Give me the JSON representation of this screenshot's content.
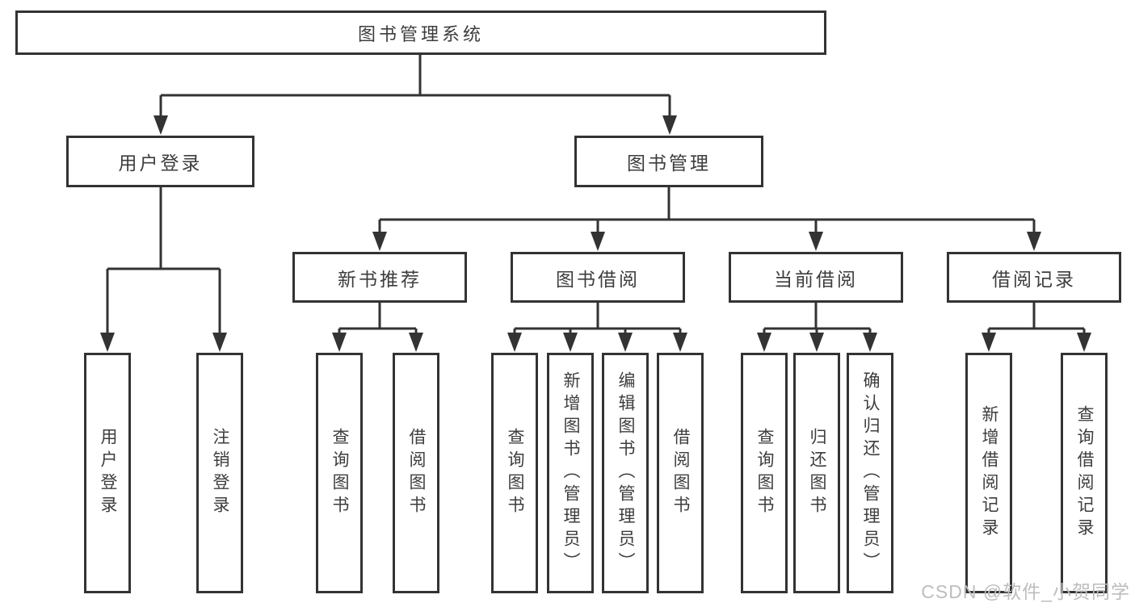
{
  "diagram_title": "图书管理系统",
  "tree": {
    "label": "图书管理系统",
    "children": [
      {
        "label": "用户登录",
        "children": [
          {
            "label": "用户登录"
          },
          {
            "label": "注销登录"
          }
        ]
      },
      {
        "label": "图书管理",
        "children": [
          {
            "label": "新书推荐",
            "children": [
              {
                "label": "查询图书"
              },
              {
                "label": "借阅图书"
              }
            ]
          },
          {
            "label": "图书借阅",
            "children": [
              {
                "label": "查询图书"
              },
              {
                "label": "新增图书（管理员）"
              },
              {
                "label": "编辑图书（管理员）"
              },
              {
                "label": "借阅图书"
              }
            ]
          },
          {
            "label": "当前借阅",
            "children": [
              {
                "label": "查询图书"
              },
              {
                "label": "归还图书"
              },
              {
                "label": "确认归还（管理员）"
              }
            ]
          },
          {
            "label": "借阅记录",
            "children": [
              {
                "label": "新增借阅记录"
              },
              {
                "label": "查询借阅记录"
              }
            ]
          }
        ]
      }
    ]
  },
  "watermark": {
    "text": "CSDN @软件_小贺同学"
  },
  "colors": {
    "border": "#333333",
    "text": "#3d3d3d",
    "watermark": "#bdbdbd",
    "background": "#ffffff"
  }
}
